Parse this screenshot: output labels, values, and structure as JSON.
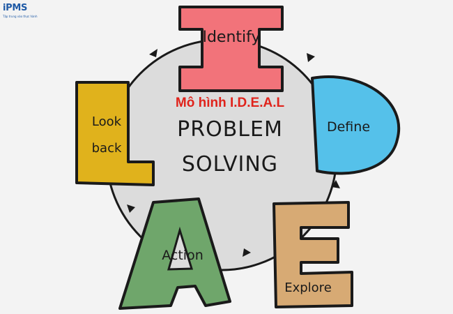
{
  "logo": {
    "text": "iPMS",
    "tagline": "Tập trung vào thực hành"
  },
  "diagram": {
    "subtitle": "Mô hình I.D.E.A.L",
    "title_line1": "PROBLEM",
    "title_line2": "SOLVING",
    "steps": [
      {
        "letter": "I",
        "label": "Identify",
        "color": "#f2737a"
      },
      {
        "letter": "D",
        "label": "Define",
        "color": "#55c1ea"
      },
      {
        "letter": "E",
        "label": "Explore",
        "color": "#d7aa74"
      },
      {
        "letter": "A",
        "label": "Action",
        "color": "#6fa66b"
      },
      {
        "letter": "L",
        "label_line1": "Look",
        "label_line2": "back",
        "color": "#e0b21c"
      }
    ],
    "colors": {
      "circle": "#dcdcdc",
      "outline": "#1a1a1a",
      "subtitle": "#e0231b"
    }
  }
}
